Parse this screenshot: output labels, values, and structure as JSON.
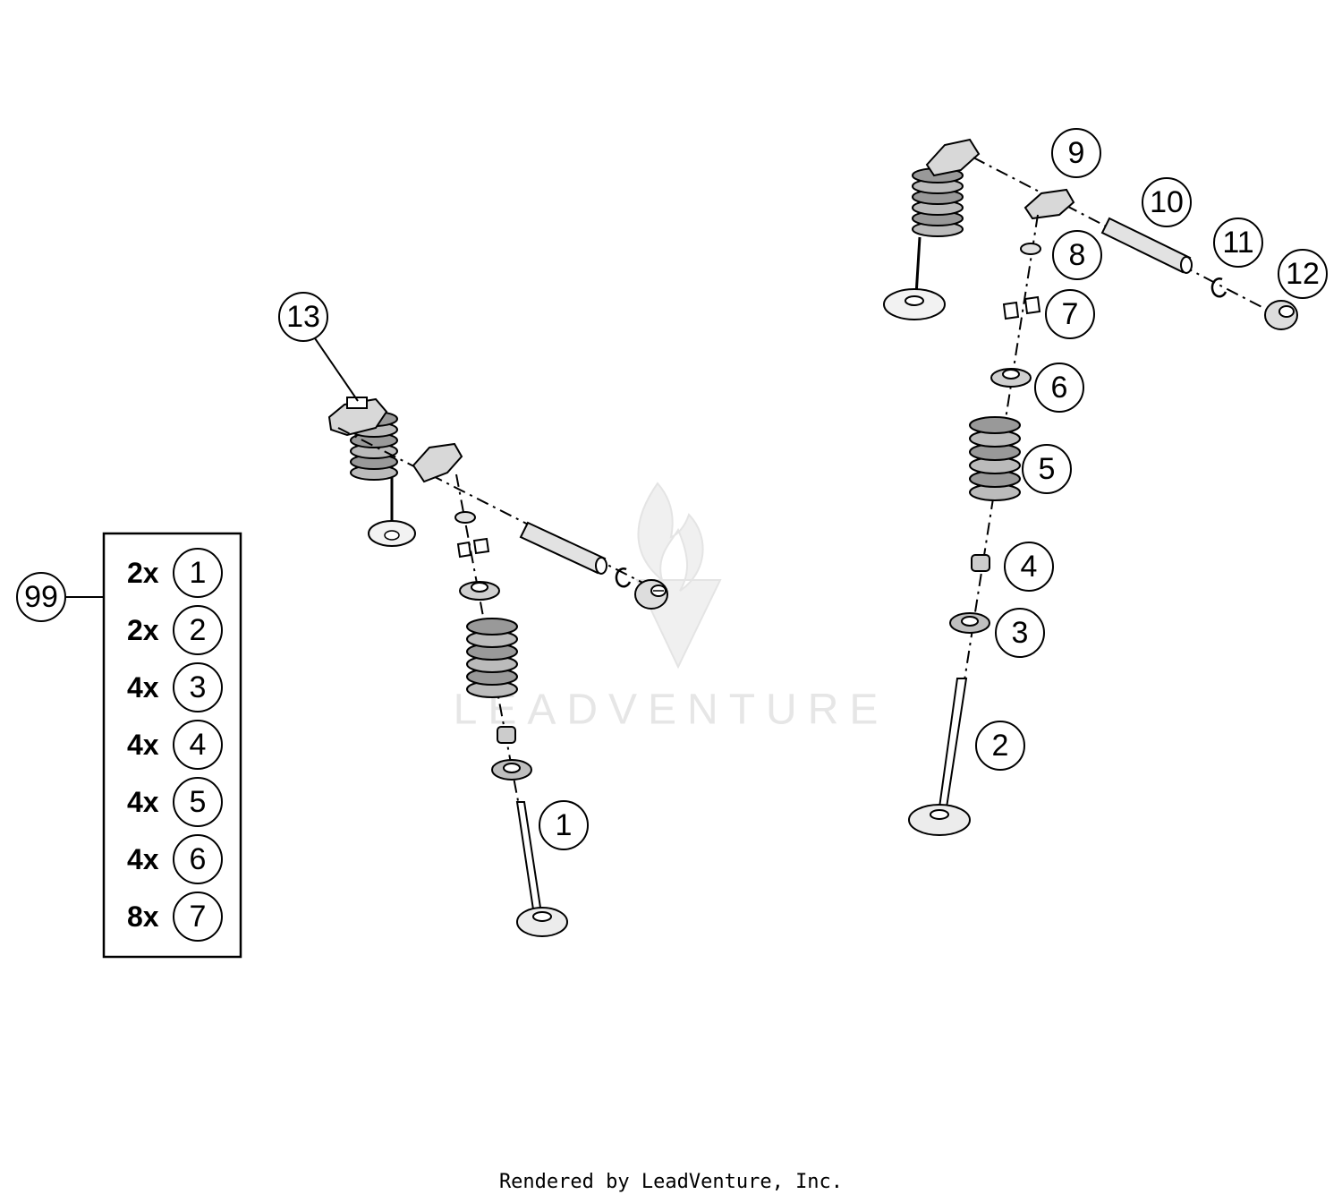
{
  "callouts": [
    {
      "label": "1"
    },
    {
      "label": "2"
    },
    {
      "label": "3"
    },
    {
      "label": "4"
    },
    {
      "label": "5"
    },
    {
      "label": "6"
    },
    {
      "label": "7"
    },
    {
      "label": "8"
    },
    {
      "label": "9"
    },
    {
      "label": "10"
    },
    {
      "label": "11"
    },
    {
      "label": "12"
    },
    {
      "label": "13"
    }
  ],
  "kit": {
    "label": "99",
    "items": [
      {
        "qty": "2x",
        "part": "1"
      },
      {
        "qty": "2x",
        "part": "2"
      },
      {
        "qty": "4x",
        "part": "3"
      },
      {
        "qty": "4x",
        "part": "4"
      },
      {
        "qty": "4x",
        "part": "5"
      },
      {
        "qty": "4x",
        "part": "6"
      },
      {
        "qty": "8x",
        "part": "7"
      }
    ]
  },
  "watermark": "LEADVENTURE",
  "footer": "Rendered by LeadVenture, Inc."
}
